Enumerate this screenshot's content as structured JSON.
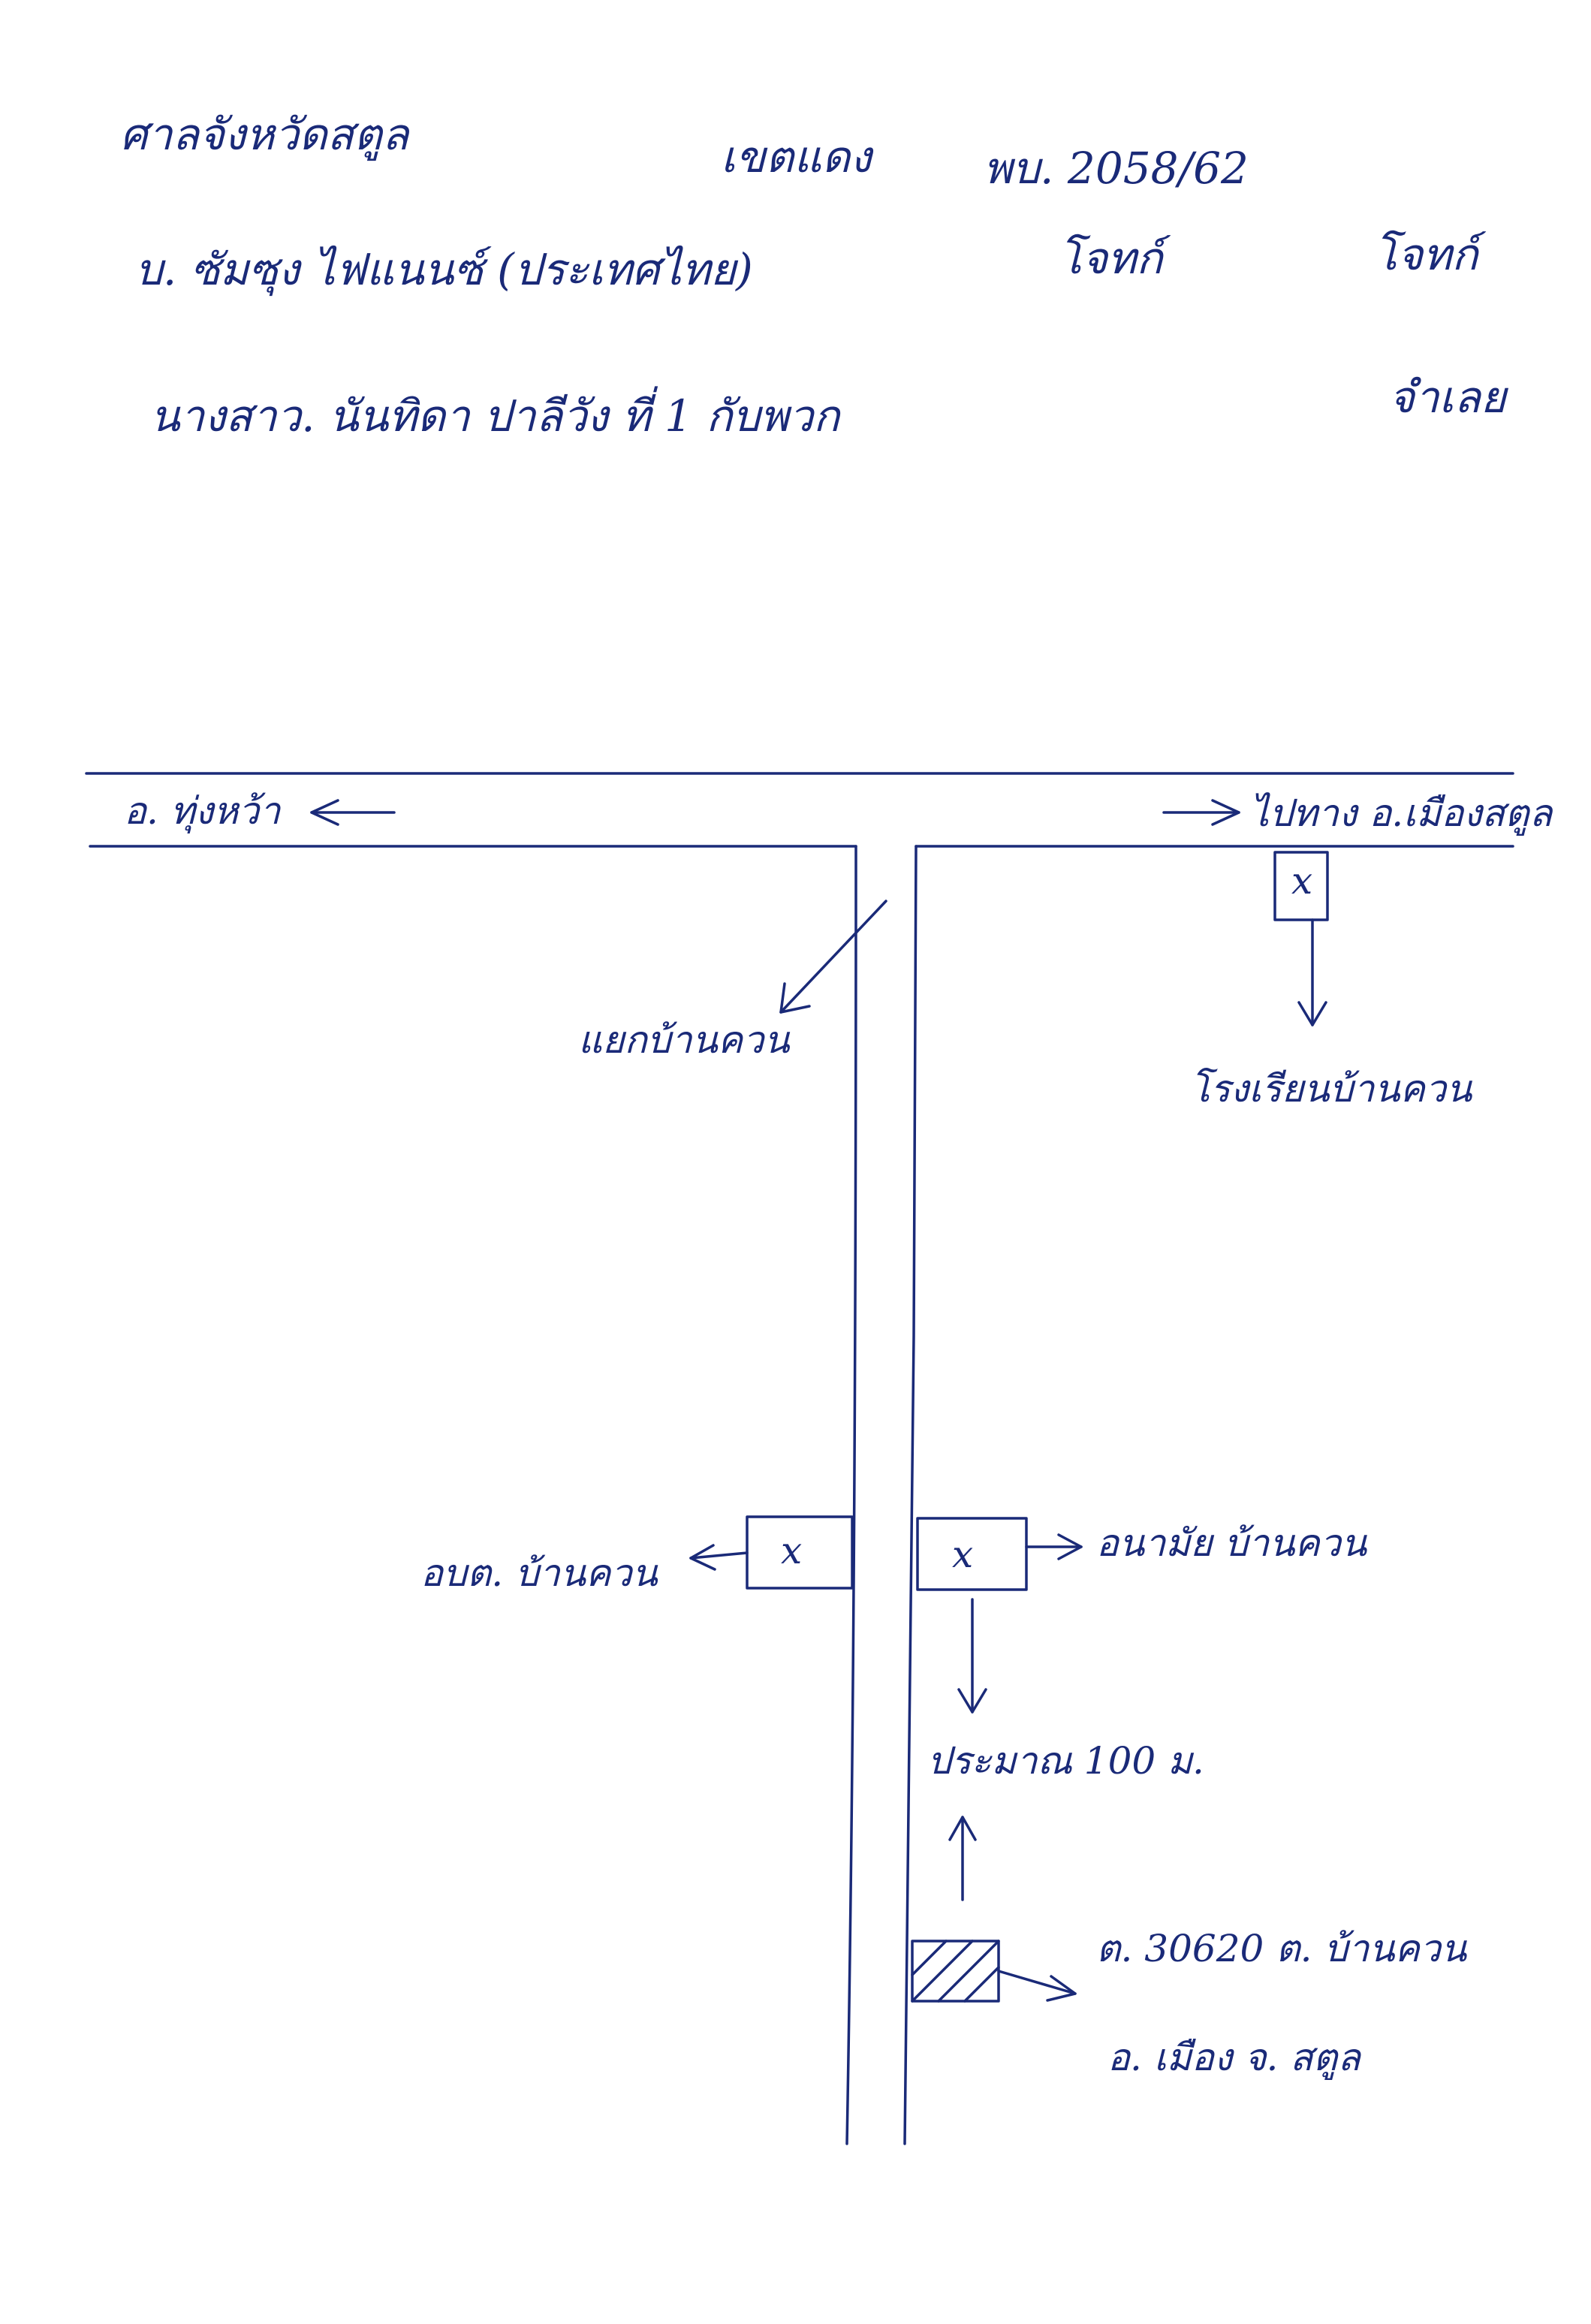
{
  "header": {
    "line1_left": "ศาลจังหวัดสตูล",
    "line1_mid": "เขตแดง",
    "line1_right": "พบ. 2058/62",
    "line2_left": "บ. ซัมซุง ไฟแนนซ์ (ประเทศไทย)",
    "line2_mid": "โจทก์",
    "line2_right": "โจทก์",
    "line3_left": "นางสาว. นันทิดา ปาลีวัง ที่ 1 กับพวก",
    "line3_right": "จำเลย"
  },
  "map": {
    "left_direction": "อ. ทุ่งหว้า",
    "right_direction": "ไปทาง อ.เมืองสตูล",
    "junction_label": "แยกบ้านควน",
    "school_mark": "x",
    "school_label": "โรงเรียนบ้านควน",
    "left_building_mark": "x",
    "left_building_label": "อบต. บ้านควน",
    "right_building_mark": "x",
    "right_building_label": "อนามัย บ้านควน",
    "distance_label": "ประมาณ 100 ม.",
    "target_address_line1": "ต. 30620 ต. บ้านควน",
    "target_address_line2": "อ. เมือง จ. สตูล"
  },
  "colors": {
    "ink": "#1a2a78",
    "paper": "#ffffff"
  }
}
